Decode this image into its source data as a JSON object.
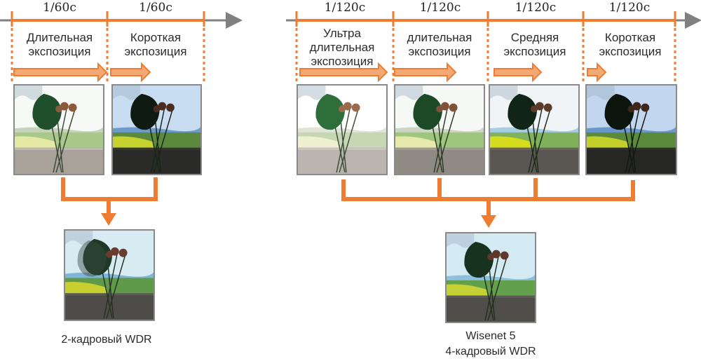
{
  "colors": {
    "accent": "#ee7d32",
    "arrow_fill": "#f4a873",
    "timeline_gray": "#808080",
    "frame_gray": "#8a8a8a"
  },
  "left_panel": {
    "shutter_labels": [
      "1/60c",
      "1/60c"
    ],
    "exposures": [
      {
        "label": "Длительная экспозиция",
        "line1": "Длительная",
        "line2": "экспозиция",
        "level": "long"
      },
      {
        "label": "Короткая экспозиция",
        "line1": "Короткая",
        "line2": "экспозиция",
        "level": "short"
      }
    ],
    "result_caption": "2-кадровый WDR"
  },
  "right_panel": {
    "shutter_labels": [
      "1/120c",
      "1/120c",
      "1/120c",
      "1/120c"
    ],
    "exposures": [
      {
        "label": "Ультра длительная экспозиция",
        "line1": "Ультра",
        "line2": "длительная",
        "line3": "экспозиция",
        "level": "ultra-long"
      },
      {
        "label": "длительная экспозиция",
        "line1": "длительная",
        "line2": "экспозиция",
        "level": "long"
      },
      {
        "label": "Средняя экспозиция",
        "line1": "Средняя",
        "line2": "экспозиция",
        "level": "medium"
      },
      {
        "label": "Короткая экспозиция",
        "line1": "Короткая",
        "line2": "экспозиция",
        "level": "short"
      }
    ],
    "result_caption_line1": "Wisenet 5",
    "result_caption_line2": "4-кадровый WDR"
  }
}
